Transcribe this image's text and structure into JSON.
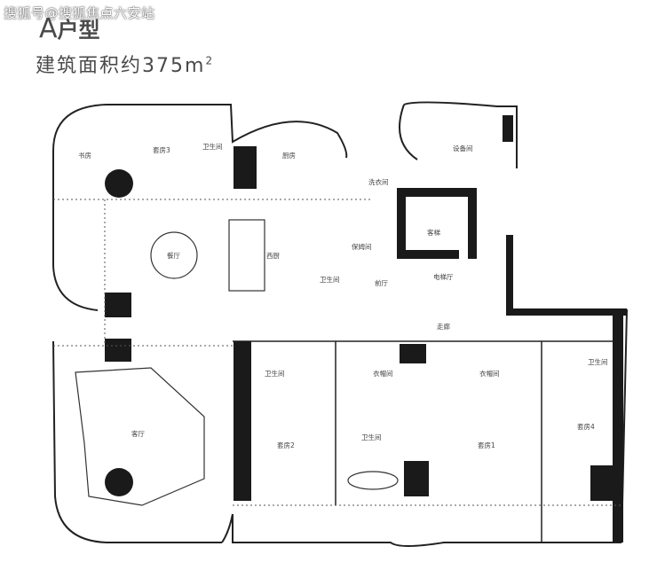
{
  "watermark": "搜狐号@搜狐焦点六安站",
  "title": {
    "letter": "A",
    "text": "户型"
  },
  "area": {
    "label": "建筑面积约",
    "value": "375m",
    "sup": "2"
  },
  "rooms": {
    "study": "书房",
    "suite3": "套房3",
    "bath_suite3": "卫生间",
    "kitchen": "厨房",
    "equipment": "设备间",
    "laundry": "洗衣间",
    "guest_elevator": "客梯",
    "dining": "餐厅",
    "western_kitchen": "西厨",
    "nanny": "保姆间",
    "bath_nanny": "卫生间",
    "foyer": "前厅",
    "elevator_hall": "电梯厅",
    "corridor": "走廊",
    "living": "客厅",
    "bath_suite2": "卫生间",
    "suite2": "套房2",
    "closet_a": "衣帽间",
    "bath_center": "卫生间",
    "closet_b": "衣帽间",
    "suite1": "套房1",
    "bath_suite4": "卫生间",
    "suite4": "套房4"
  }
}
